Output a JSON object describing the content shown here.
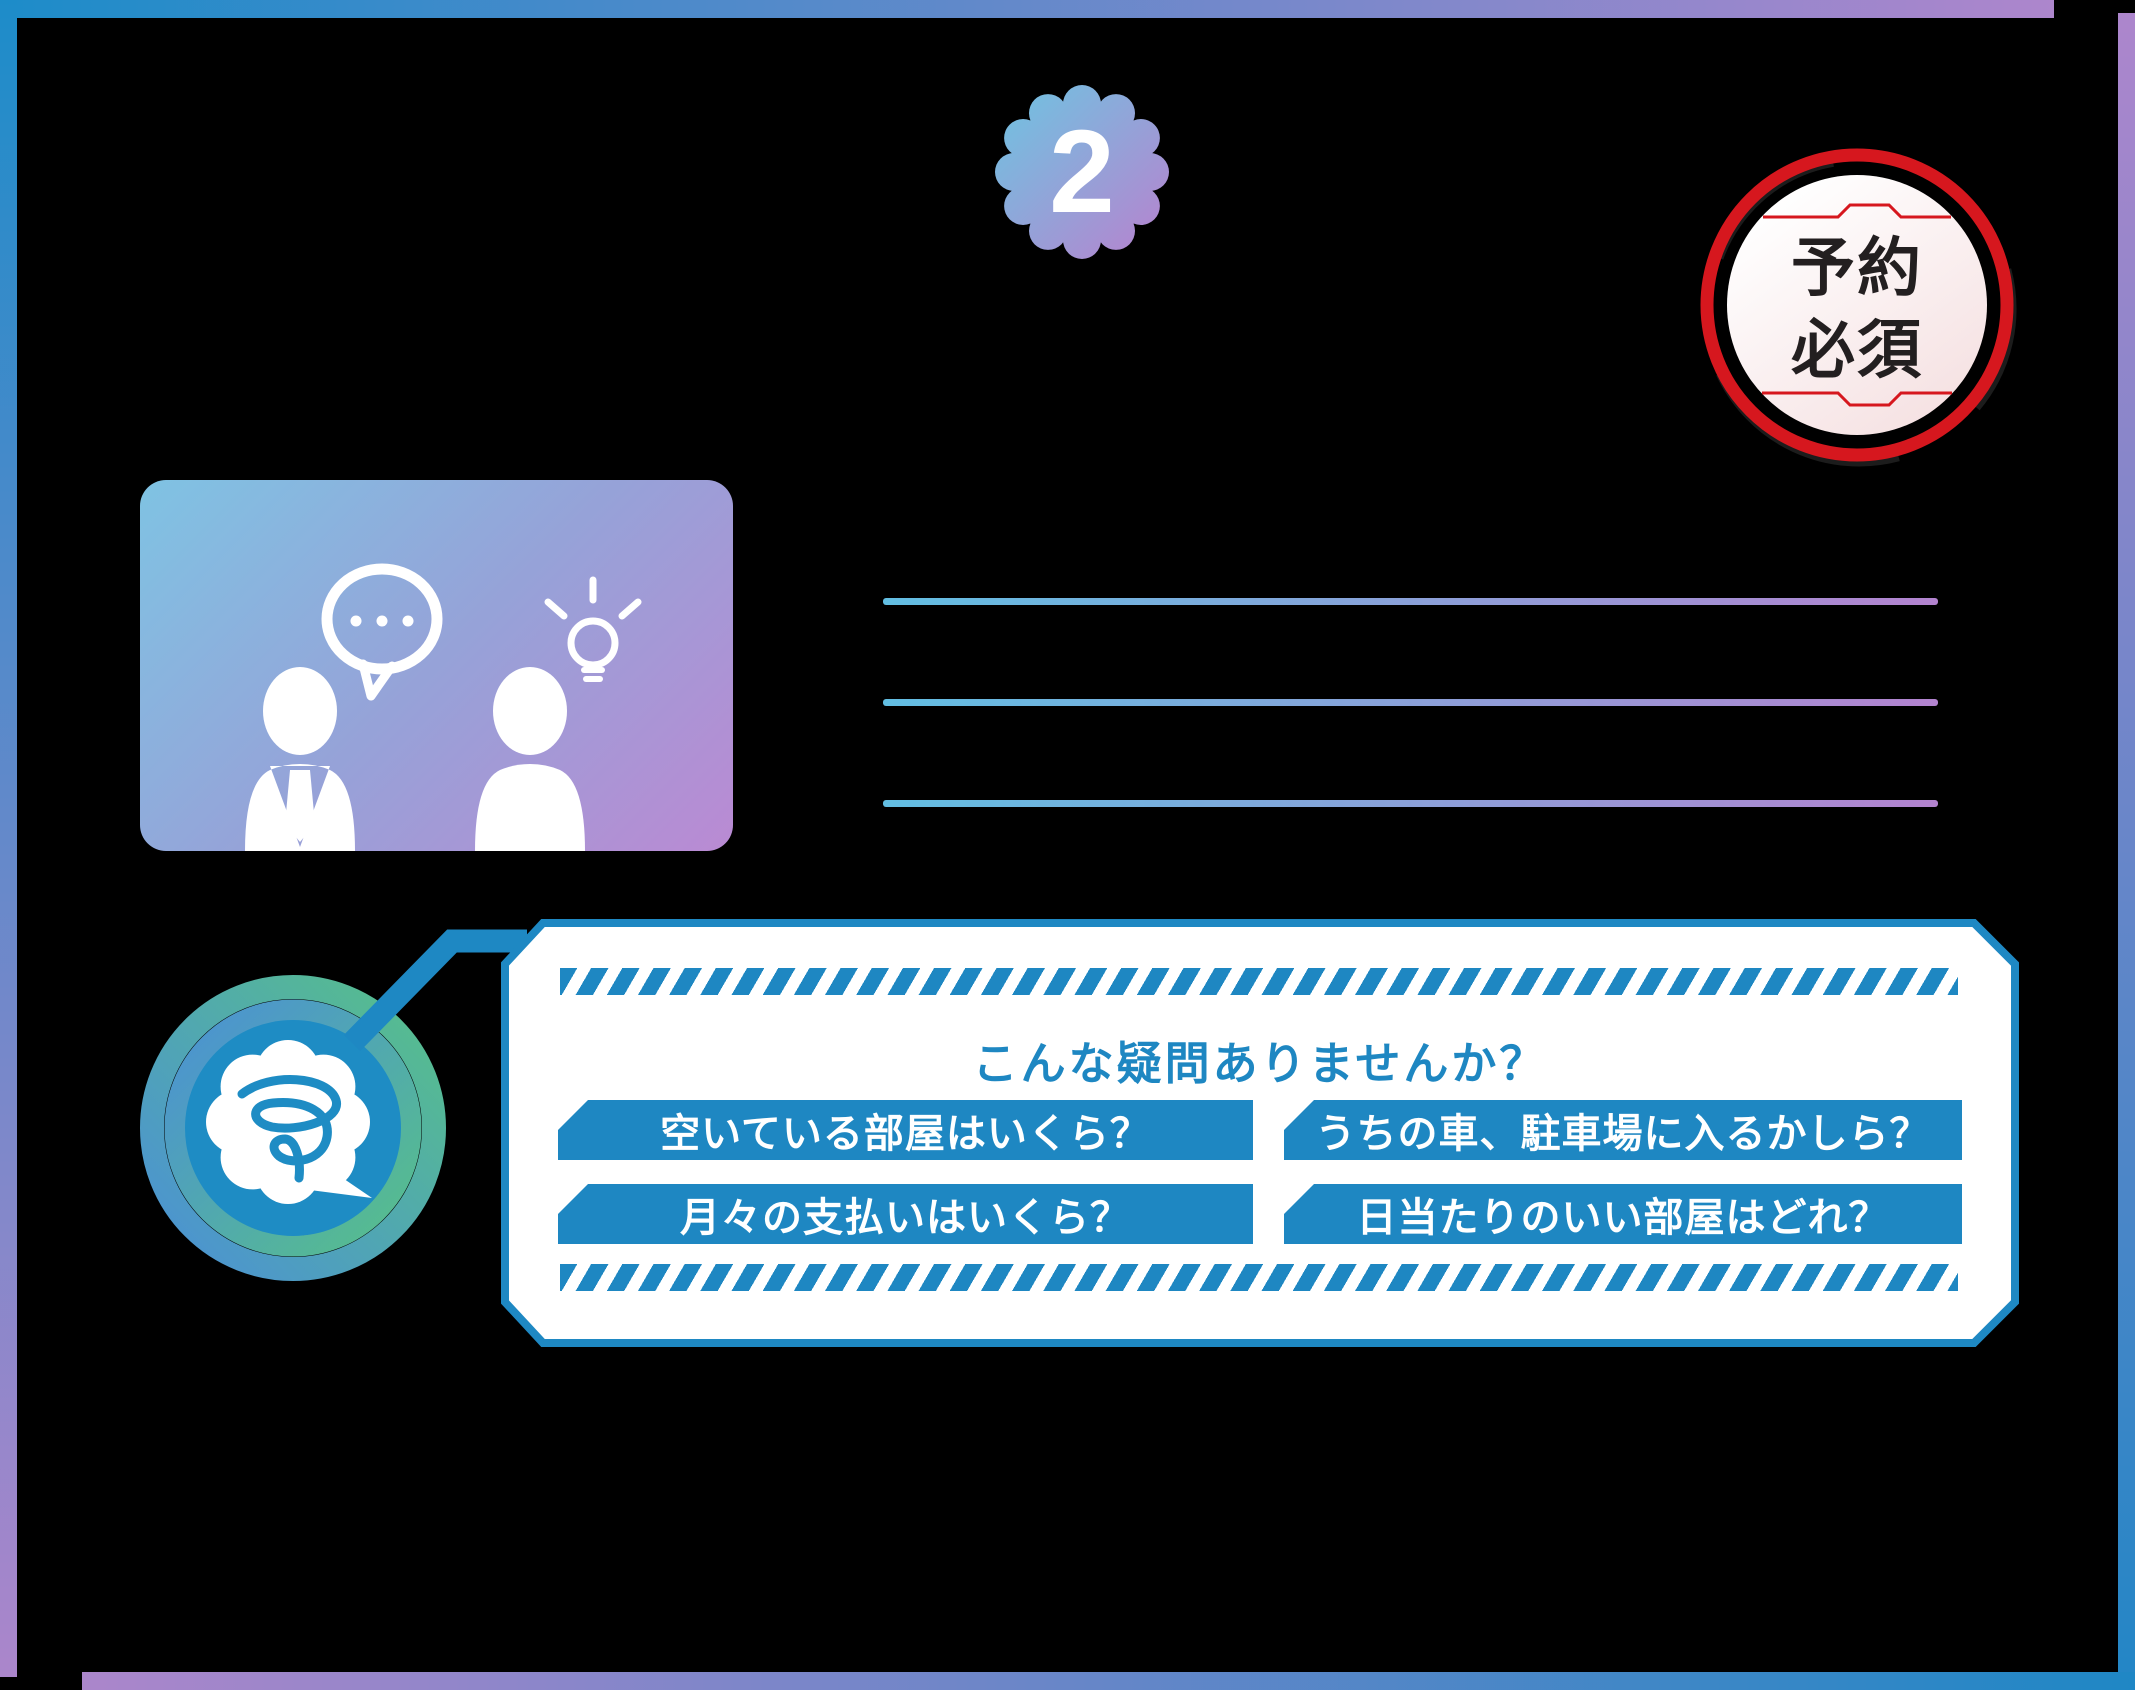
{
  "palette": {
    "frame_blue": "#1d8cc9",
    "frame_purple": "#ad86cc",
    "accent_blue": "#1e87c2",
    "stamp_red": "#d6171e",
    "badge_gradient": [
      "#74bfe0",
      "#b287d0"
    ],
    "ring_green": "#57c089",
    "ring_blue": "#4b90d6"
  },
  "step_badge": {
    "number": "2"
  },
  "stamp": {
    "line1": "予約",
    "line2": "必須"
  },
  "consult_card": {
    "icons": [
      "person-with-tie-icon",
      "speech-bubble-icon",
      "person-icon",
      "lightbulb-icon"
    ]
  },
  "underlines": {
    "count": 3
  },
  "question_box": {
    "title": "こんな疑問ありませんか？",
    "questions": [
      "空いている部屋はいくら？",
      "うちの車、駐車場に入るかしら？",
      "月々の支払いはいくら？",
      "日当たりのいい部屋はどれ？"
    ]
  }
}
